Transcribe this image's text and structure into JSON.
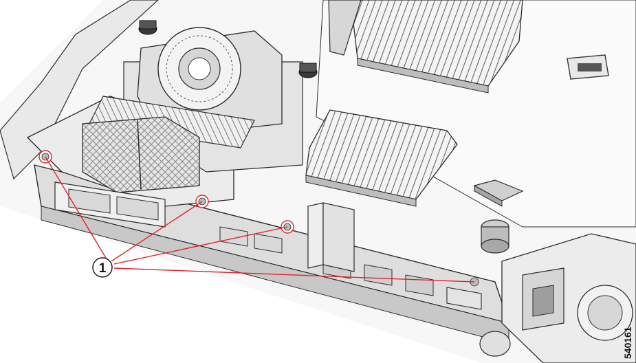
{
  "figure": {
    "figure_id": "540161",
    "callouts": [
      {
        "label": "1",
        "targets": [
          "screw-left-bracket",
          "screw-center-bracket",
          "screw-right-bracket",
          "screw-vga-bracket"
        ]
      }
    ]
  },
  "colors": {
    "callout_line": "#e8202a",
    "line_art": "#2b2b2b",
    "fill_light": "#f2f2f2",
    "fill_mid": "#d9d9d9",
    "fill_dark": "#a6a6a6"
  }
}
